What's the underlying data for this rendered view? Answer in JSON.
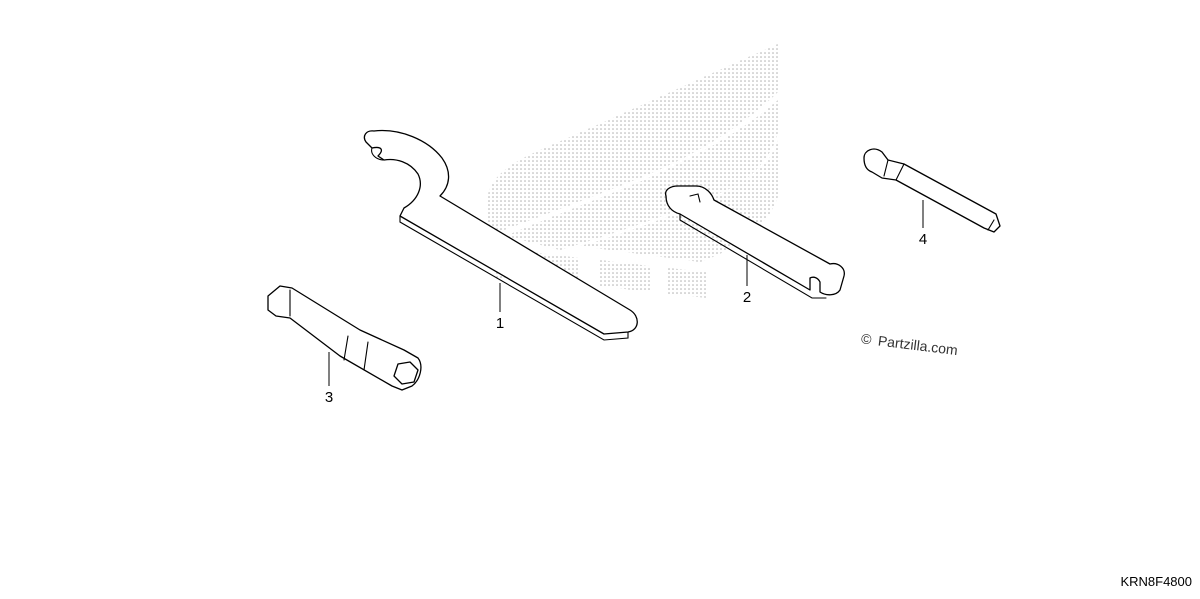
{
  "watermark": {
    "copyright_symbol": "©",
    "text": "Partzilla.com",
    "logo_color": "#b8b8b8"
  },
  "diagram_code": "KRN8F4800",
  "callouts": [
    {
      "id": "1",
      "label": "1"
    },
    {
      "id": "2",
      "label": "2"
    },
    {
      "id": "3",
      "label": "3"
    },
    {
      "id": "4",
      "label": "4"
    }
  ]
}
